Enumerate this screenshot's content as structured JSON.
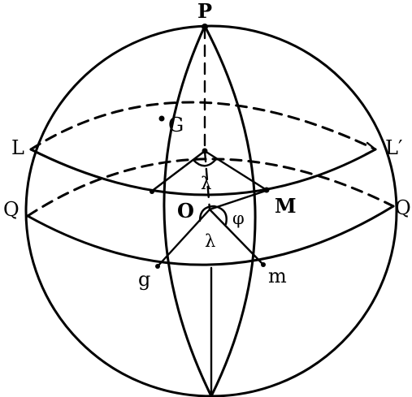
{
  "labels": {
    "P": "P",
    "G": "G",
    "L": "L",
    "L_prime": "L′",
    "Q_left": "Q",
    "Q_right": "Q",
    "O": "O",
    "M": "M",
    "g": "g",
    "m": "m",
    "lambda_top": "λ",
    "lambda_bottom": "λ",
    "phi": "φ"
  },
  "colors": {
    "ink": "#000000",
    "paper": "#ffffff"
  }
}
